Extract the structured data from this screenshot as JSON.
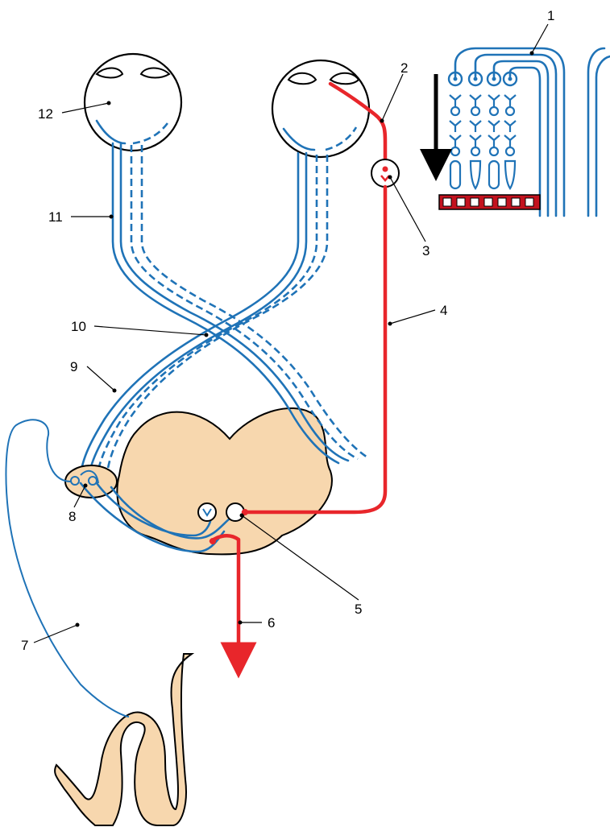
{
  "labels": {
    "l1": "1",
    "l2": "2",
    "l3": "3",
    "l4": "4",
    "l5": "5",
    "l6": "6",
    "l7": "7",
    "l8": "8",
    "l9": "9",
    "l10": "10",
    "l11": "11",
    "l12": "12"
  },
  "colors": {
    "optic_pathway": "#1f73b7",
    "signal_pathway": "#e8262b",
    "tissue": "#f7d7ae",
    "receptor_bar": "#c3121e"
  }
}
